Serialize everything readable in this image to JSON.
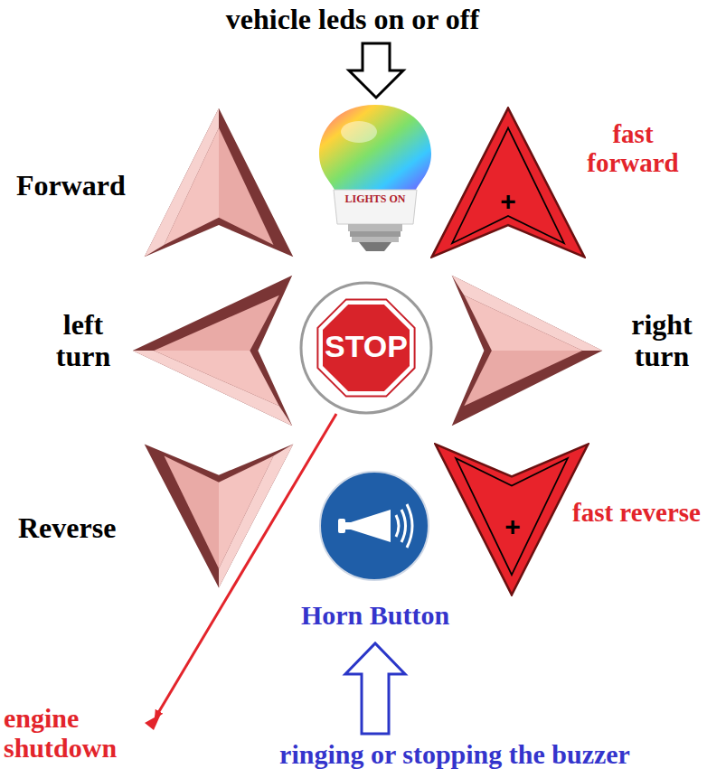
{
  "diagram": {
    "nodes": [
      {
        "text": [
          "LIGHTS ON"
        ]
      },
      {
        "text": [
          "Forward"
        ]
      },
      {
        "text": [
          "+",
          "fast forward"
        ]
      },
      {
        "text": [
          "left turn"
        ]
      },
      {
        "text": [
          "STOP"
        ]
      },
      {
        "text": [
          "right turn"
        ]
      },
      {
        "text": [
          "Reverse"
        ]
      },
      {
        "text": [
          "Horn Button"
        ]
      },
      {
        "text": [
          "+",
          "fast reverse"
        ]
      }
    ],
    "labels": [
      "vehicle leds on or off",
      "engine shutdown",
      "ringing or stopping the buzzer"
    ]
  }
}
